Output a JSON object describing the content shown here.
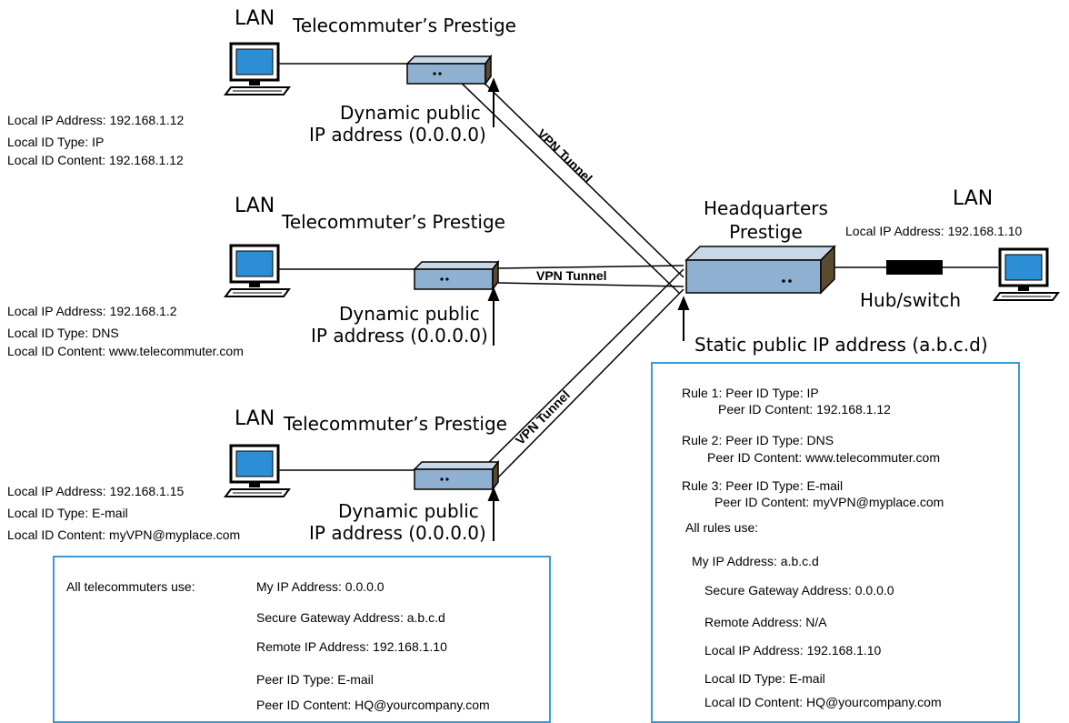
{
  "telecommuters": [
    {
      "lan": "LAN",
      "prestige_label": "Telecommuter’s Prestige",
      "local_ip": "Local IP Address: 192.168.1.12",
      "id_type": "Local ID Type: IP",
      "id_content": "Local ID Content: 192.168.1.12",
      "public_ip_line1": "Dynamic public",
      "public_ip_line2": "IP address (0.0.0.0)"
    },
    {
      "lan": "LAN",
      "prestige_label": "Telecommuter’s Prestige",
      "local_ip": "Local IP Address: 192.168.1.2",
      "id_type": "Local ID Type: DNS",
      "id_content": "Local ID Content: www.telecommuter.com",
      "public_ip_line1": "Dynamic public",
      "public_ip_line2": "IP address (0.0.0.0)"
    },
    {
      "lan": "LAN",
      "prestige_label": "Telecommuter’s Prestige",
      "local_ip": "Local IP Address: 192.168.1.15",
      "id_type": "Local ID Type: E-mail",
      "id_content": "Local ID Content: myVPN@myplace.com",
      "public_ip_line1": "Dynamic public",
      "public_ip_line2": "IP address (0.0.0.0)"
    }
  ],
  "tunnels": [
    "VPN Tunnel",
    "VPN Tunnel",
    "VPN Tunnel"
  ],
  "headquarters": {
    "label_line1": "Headquarters",
    "label_line2": "Prestige",
    "lan": "LAN",
    "local_ip": "Local IP Address: 192.168.1.10",
    "hub": "Hub/switch",
    "static_ip": "Static public IP address (a.b.c.d)"
  },
  "telecommuter_box": {
    "heading": "All telecommuters use:",
    "lines": [
      "My IP Address: 0.0.0.0",
      "Secure Gateway Address: a.b.c.d",
      "Remote IP  Address: 192.168.1.10",
      "Peer  ID Type: E-mail",
      "Peer ID Content: HQ@yourcompany.com"
    ]
  },
  "hq_box": {
    "rule1_a": "Rule 1: Peer ID Type: IP",
    "rule1_b": "Peer ID Content: 192.168.1.12",
    "rule2_a": "Rule 2: Peer ID Type: DNS",
    "rule2_b": "Peer ID Content: www.telecommuter.com",
    "rule3_a": "Rule 3: Peer ID Type: E-mail",
    "rule3_b": "Peer ID Content: myVPN@myplace.com",
    "all_rules": "All rules use:",
    "lines": [
      "My IP Address: a.b.c.d",
      "Secure Gateway Address: 0.0.0.0",
      "Remote Address: N/A",
      "Local IP Address: 192.168.1.10",
      "Local ID Type: E-mail",
      "Local ID Content: HQ@yourcompany.com"
    ]
  },
  "colors": {
    "box_border": "#3a9ad9",
    "device_face": "#8fb0d0",
    "screen": "#2c8fd6"
  }
}
